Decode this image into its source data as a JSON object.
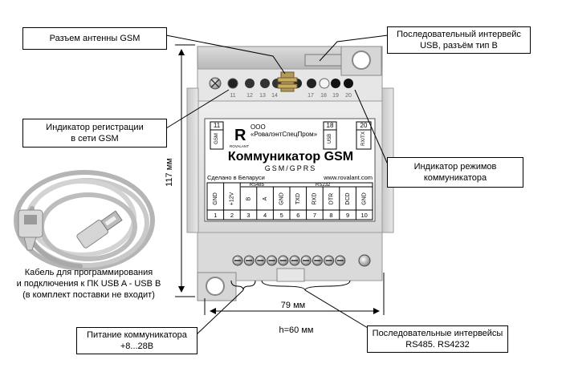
{
  "callouts": {
    "antenna": "Разъем антенны GSM",
    "usb_line1": "Последовательный интервейс",
    "usb_line2": "USB, разъём тип B",
    "reg_line1": "Индикатор регистрации",
    "reg_line2": "в сети GSM",
    "modes_line1": "Индикатор режимов",
    "modes_line2": "коммуникатора",
    "power_line1": "Питание коммуникатора",
    "power_line2": "+8...28В",
    "serial_line1": "Последовательные интервейсы",
    "serial_line2": "RS485. RS4232"
  },
  "cable": {
    "line1": "Кабель для программирования",
    "line2": "и подключения к ПК USB A - USB B",
    "line3": "(в комплект поставки не входит)"
  },
  "dimensions": {
    "height": "117 мм",
    "width": "79 мм",
    "depth": "h=60 мм"
  },
  "device": {
    "company_line1": "ООО",
    "company_line2": "«РовалэнтСпецПром»",
    "logo_text": "ROVALANT",
    "title": "Коммуникатор GSM",
    "subtitle": "GSM/GPRS",
    "made_in": "Сделано в Беларуси",
    "website": "www.rovalant.com",
    "top_left_num": "11",
    "top_left_label": "GSM",
    "top_mid_num": "18",
    "top_mid_label": "USB",
    "top_right_num": "20",
    "top_right_label": "RX/TX",
    "top_terminal_numbers": [
      "11",
      "12",
      "13",
      "14",
      "17",
      "18",
      "19",
      "20"
    ],
    "group_labels": [
      "RS485",
      "RS232"
    ],
    "pin_labels": [
      "GND",
      "+12V",
      "B",
      "A",
      "GND",
      "TXD",
      "RXD",
      "DTR",
      "DCD",
      "GND"
    ],
    "pin_numbers": [
      "1",
      "2",
      "3",
      "4",
      "5",
      "6",
      "7",
      "8",
      "9",
      "10"
    ]
  }
}
